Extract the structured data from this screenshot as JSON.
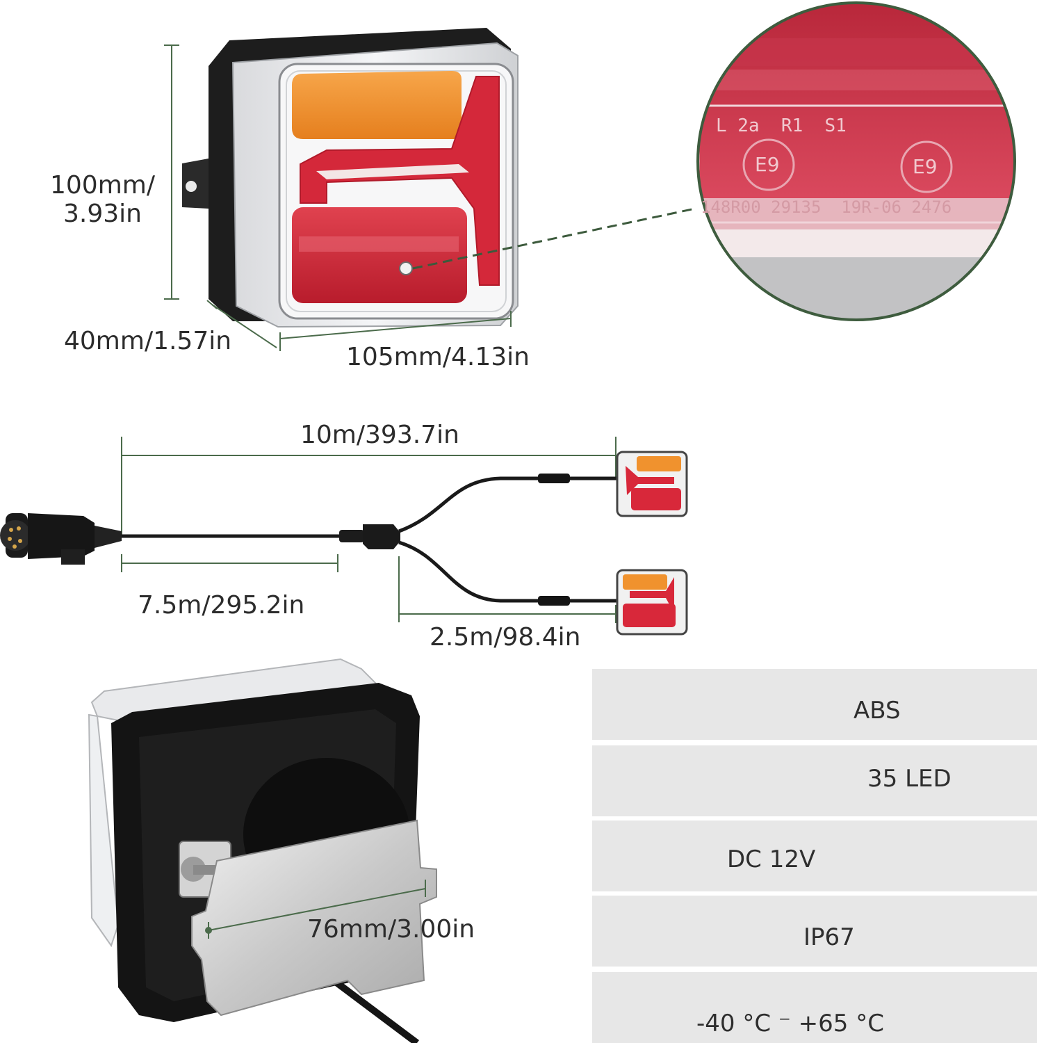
{
  "product": {
    "dimensions": {
      "height": "100mm/\n3.93in",
      "depth": "40mm/1.57in",
      "width": "105mm/4.13in"
    },
    "lens_markings": {
      "line1": "L 2a  R1  S1",
      "emark_left": "E9",
      "emark_right": "E9",
      "line2": "148R00 29135  19R-06 2476"
    },
    "cable": {
      "total": "10m/393.7in",
      "main": "7.5m/295.2in",
      "branch": "2.5m/98.4in"
    },
    "bracket": {
      "width": "76mm/3.00in"
    }
  },
  "specs": [
    {
      "value": "ABS"
    },
    {
      "value": "35 LED"
    },
    {
      "value": "DC 12V"
    },
    {
      "value": "IP67"
    },
    {
      "value": "-40 °C ⁻ +65 °C"
    }
  ],
  "colors": {
    "amber": "#f0922e",
    "red": "#d8283a",
    "dimension_line": "#4b6b4b",
    "spec_band": "#e7e7e7"
  }
}
